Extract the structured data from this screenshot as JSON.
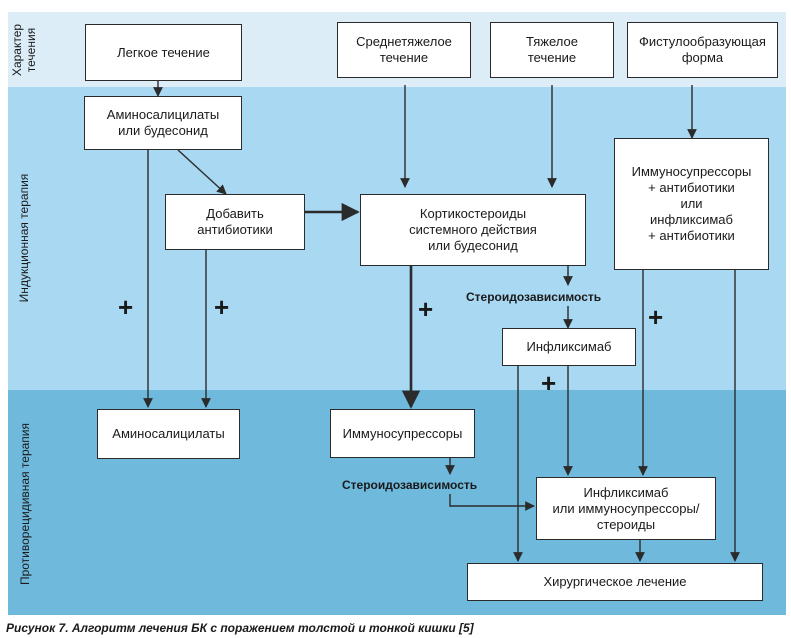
{
  "bands": {
    "course": "Характер\nтечения",
    "induction": "Индукционная терапия",
    "maintenance": "Противорецидивная терапия"
  },
  "boxes": {
    "mild": "Легкое течение",
    "moderate": "Среднетяжелое\nтечение",
    "severe": "Тяжелое\nтечение",
    "fistula": "Фистулообразующая\nформа",
    "aminosal_bud": "Аминосалицилаты\nили будесонид",
    "add_ab": "Добавить\nантибиотики",
    "corticosteroids": "Кортикостероиды\nсистемного действия\nили будесонид",
    "immuno_ab": "Иммуносупрессоры\n+ антибиотики\nили\nинфликсимаб\n+ антибиотики",
    "infliximab": "Инфликсимаб",
    "aminosal": "Аминосалицилаты",
    "immuno": "Иммуносупрессоры",
    "inflix_immuno_ster": "Инфликсимаб\nили иммуносупрессоры/\nстероиды",
    "surgery": "Хирургическое лечение"
  },
  "labels": {
    "steroid_dep_1": "Стероидозависимость",
    "steroid_dep_2": "Стероидозависимость",
    "plus": "+"
  },
  "caption": "Рисунок 7. Алгоритм лечения БК с поражением толстой и тонкой кишки [5]",
  "colors": {
    "band_top": "#dcedf8",
    "band_mid": "#a9d8f3",
    "band_bottom": "#6fb9dc",
    "line": "#2b2b2b"
  }
}
